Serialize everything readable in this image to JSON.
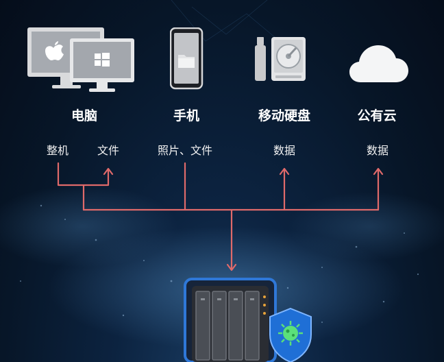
{
  "sources": {
    "computer": {
      "title": "电脑",
      "items": [
        "整机",
        "文件"
      ]
    },
    "phone": {
      "title": "手机",
      "items": [
        "照片、文件"
      ]
    },
    "drive": {
      "title": "移动硬盘",
      "items": [
        "数据"
      ]
    },
    "cloud": {
      "title": "公有云",
      "items": [
        "数据"
      ]
    }
  },
  "colors": {
    "connector": "#e06a6a",
    "device_blue": "#2f78d8",
    "icon_gray": "#a9adb3",
    "icon_white": "#e9eaec"
  },
  "icons": [
    "apple-monitor-icon",
    "windows-monitor-icon",
    "phone-folder-icon",
    "usb-drive-icon",
    "hard-disk-icon",
    "cloud-icon",
    "nas-device-icon",
    "shield-virus-icon"
  ]
}
